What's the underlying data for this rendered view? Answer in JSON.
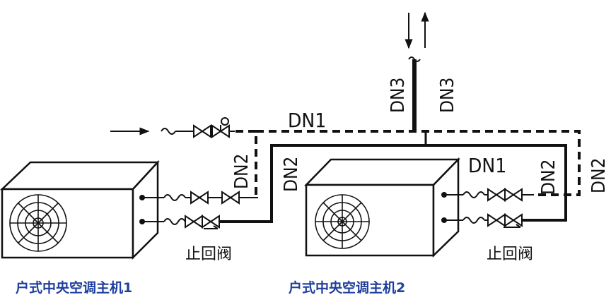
{
  "pipe_labels": {
    "dn1_top": "DN1",
    "dn1_right": "DN1",
    "dn2_left_dashed": "DN2",
    "dn2_left_solid": "DN2",
    "dn2_right_dashed": "DN2",
    "dn2_right_solid": "DN2",
    "dn3_left": "DN3",
    "dn3_right": "DN3"
  },
  "valve_labels": {
    "check_valve_1": "止回阀",
    "check_valve_2": "止回阀"
  },
  "units": {
    "unit1_caption": "户式中央空调主机1",
    "unit2_caption": "户式中央空调主机2"
  },
  "colors": {
    "line": "#111111",
    "caption": "#1f3f9e"
  }
}
